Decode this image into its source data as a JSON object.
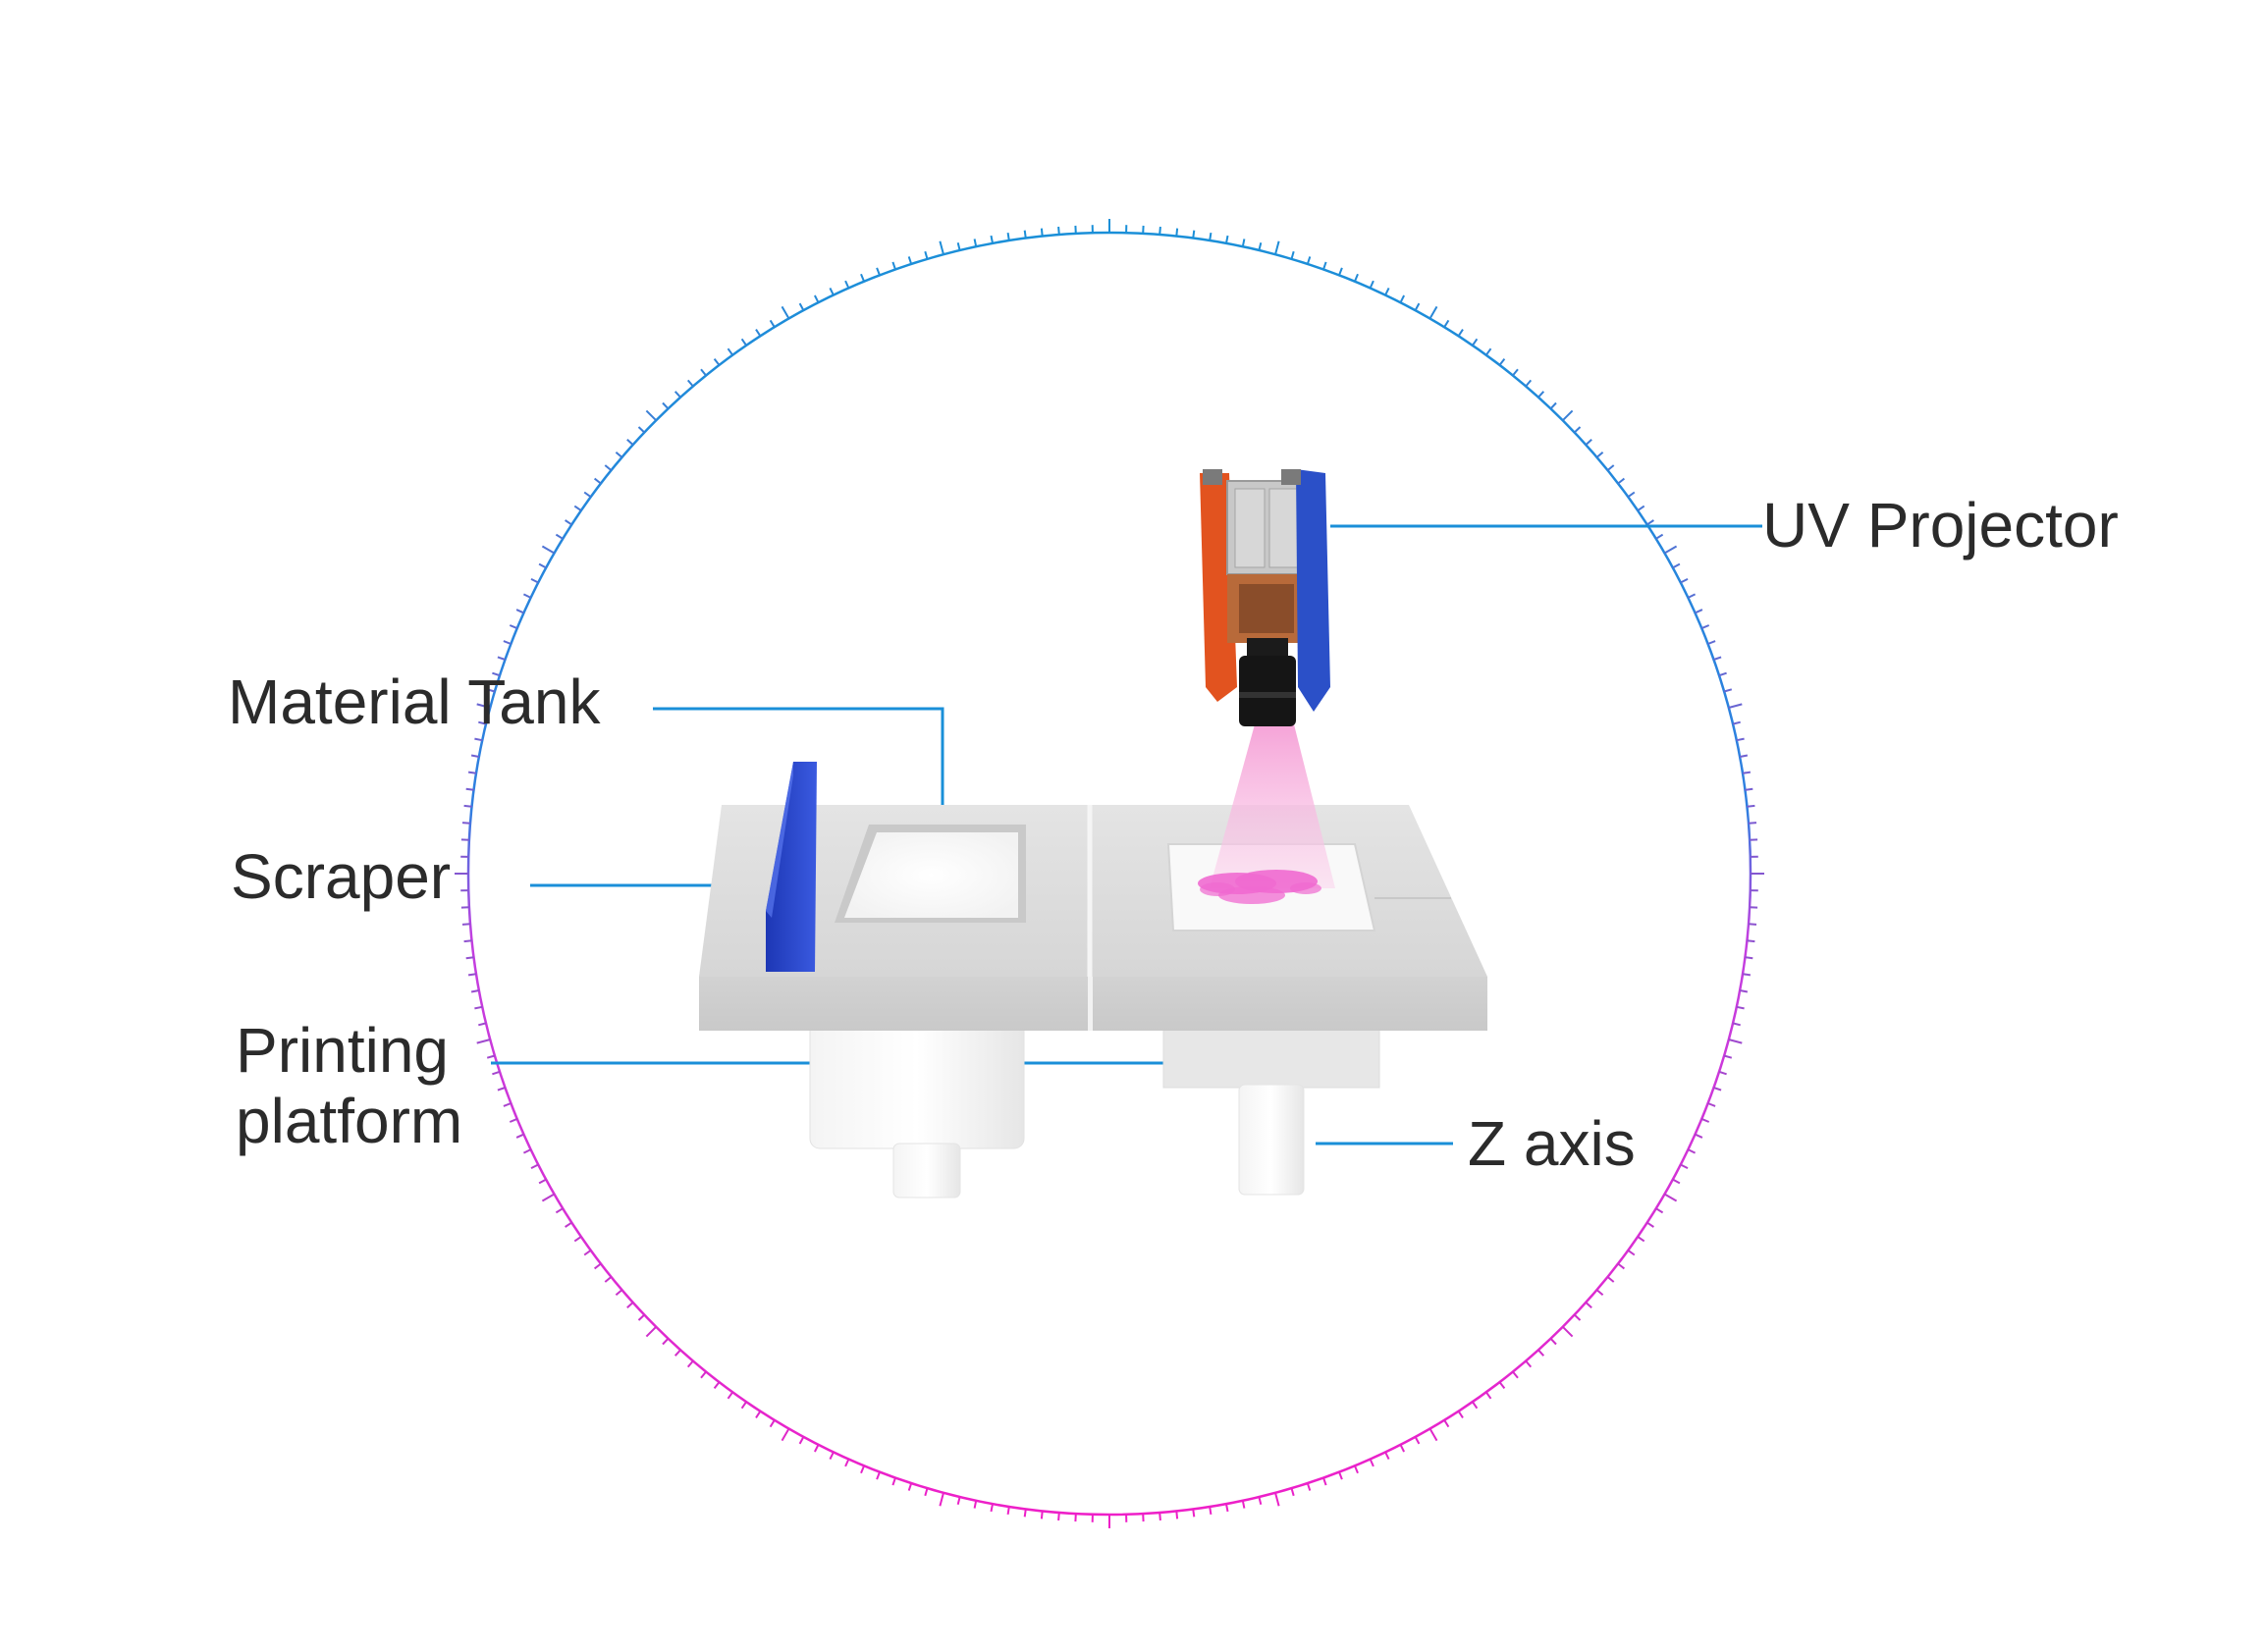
{
  "labels": {
    "uv_projector": "UV Projector",
    "material_tank": "Material Tank",
    "scraper": "Scraper",
    "printing_platform_line1": "Printing",
    "printing_platform_line2": "platform",
    "z_axis": "Z axis"
  },
  "colors": {
    "leader_line": "#1a8fd8",
    "ring_top": "#1a8fd8",
    "ring_bottom": "#ee1fc8",
    "scraper": "#2a46c8",
    "base": "#d9d9d9",
    "base_side": "#cfcfcf",
    "beam": "#f7a8d8",
    "print_object": "#f06ad0",
    "projector_orange": "#e2531f",
    "projector_blue": "#2b50c8",
    "projector_copper": "#b86a3a"
  }
}
